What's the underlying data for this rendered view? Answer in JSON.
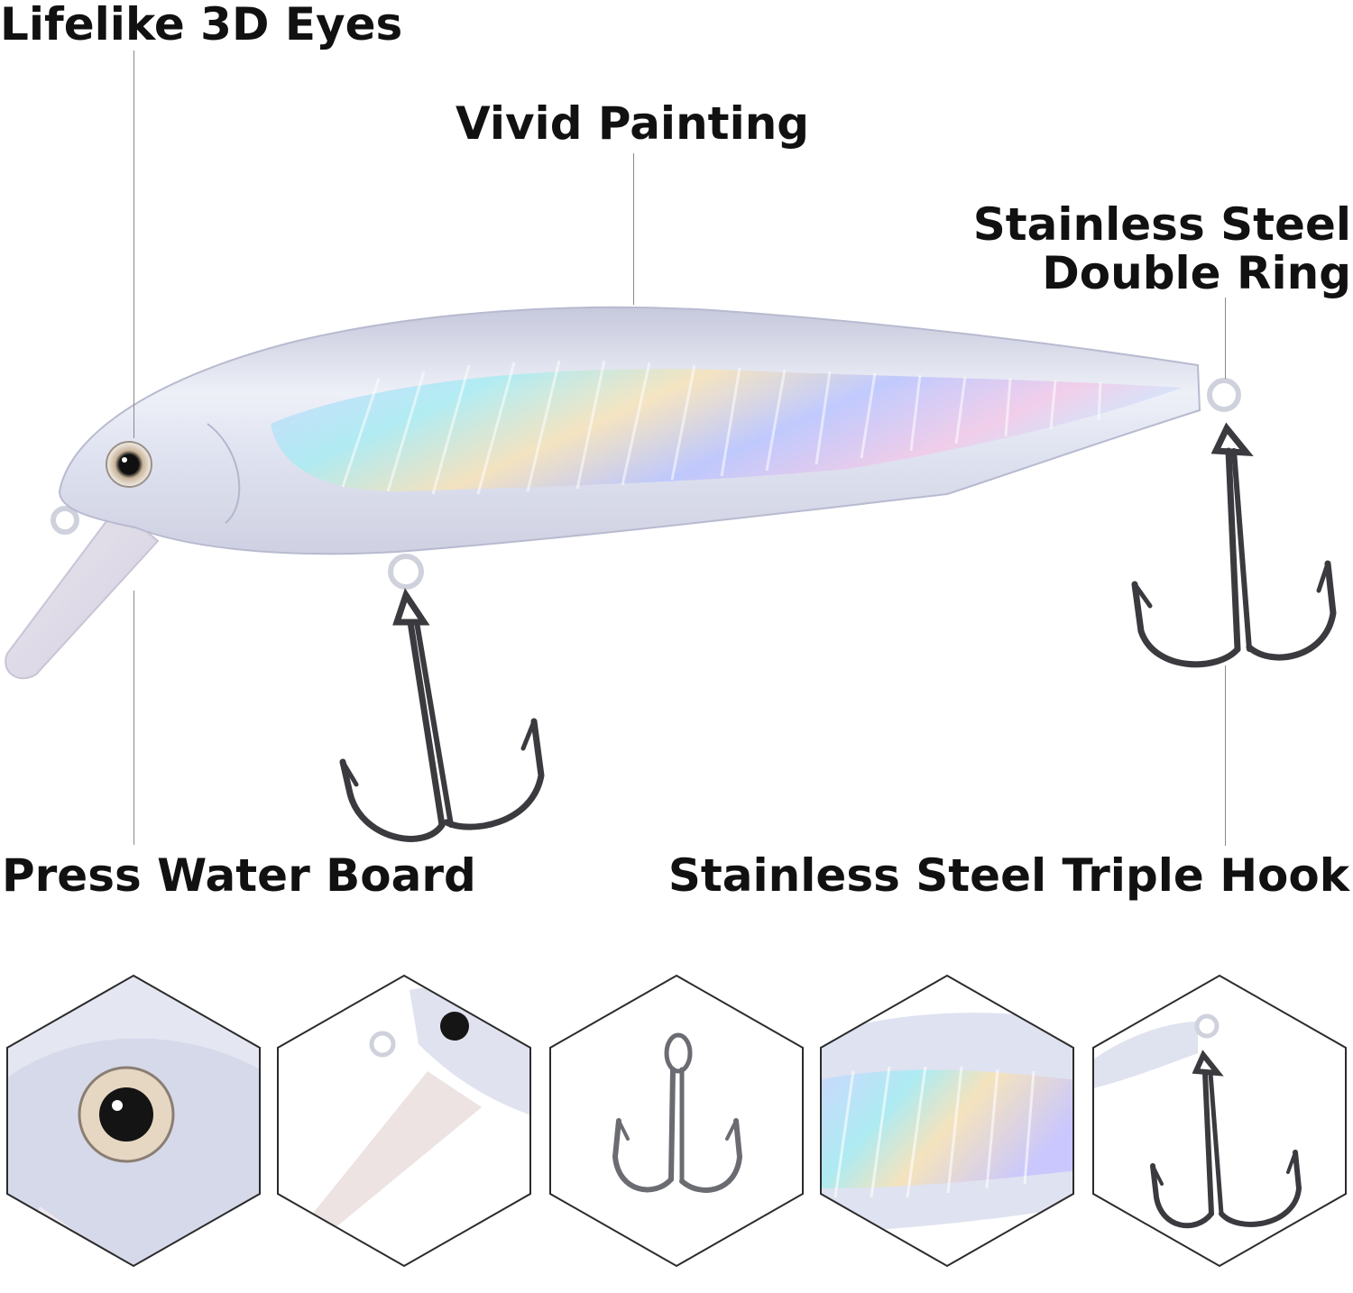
{
  "labels": {
    "eyes": "Lifelike 3D Eyes",
    "painting": "Vivid Painting",
    "ring_line1": "Stainless Steel",
    "ring_line2": "Double Ring",
    "board": "Press Water Board",
    "hook": "Stainless Steel Triple Hook"
  },
  "colors": {
    "text": "#111111",
    "leader_line": "#8a8a8a",
    "body_base": "#d9d9ea",
    "hook_metal": "#3a3a3f",
    "hex_border": "#2b2b2b"
  },
  "detail_tiles": [
    {
      "name": "eye-closeup"
    },
    {
      "name": "lip-closeup"
    },
    {
      "name": "treble-hook-closeup"
    },
    {
      "name": "body-scale-closeup"
    },
    {
      "name": "tail-hook-closeup"
    }
  ]
}
